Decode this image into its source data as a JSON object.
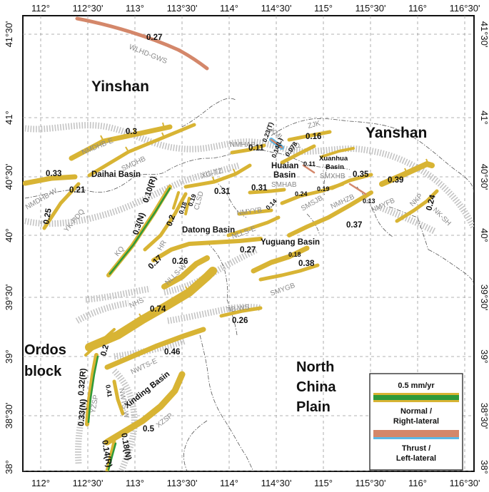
{
  "colors": {
    "fault_fill": "#d8b434",
    "normal_right_lateral": "#2e9a3a",
    "thrust_left_lateral": "#d4876a",
    "thrust_left_lateral_stripe": "#5bb8e6",
    "mountain_hatch": "#c4c4c4",
    "province_boundary": "#555555",
    "grid": "#9a9a9a"
  },
  "axes": {
    "top_ticks": [
      "112°",
      "112°30'",
      "113°",
      "113°30'",
      "114°",
      "114°30'",
      "115°",
      "115°30'",
      "116°",
      "116°30'"
    ],
    "bottom_ticks": [
      "112°",
      "112°30'",
      "113°",
      "113°30'",
      "114°",
      "114°30'",
      "115°",
      "115°30'",
      "116°",
      "116°30'"
    ],
    "left_ticks": [
      "41°30'",
      "41°",
      "40°30'",
      "40°",
      "39°30'",
      "39°",
      "38°30'",
      "38°"
    ],
    "right_ticks": [
      "41°30'",
      "41°",
      "40°30'",
      "40°",
      "39°30'",
      "39°",
      "38°30'",
      "38°"
    ]
  },
  "regions": {
    "yinshan": "Yinshan",
    "yanshan": "Yanshan",
    "ordos_1": "Ordos",
    "ordos_2": "block",
    "ncp_1": "North",
    "ncp_2": "China",
    "ncp_3": "Plain"
  },
  "basins": {
    "daihai": "Daihai Basin",
    "datong": "Datong Basin",
    "yuguang": "Yuguang Basin",
    "xinding": "Xinding Basin",
    "huaian_1": "Huaian",
    "huaian_2": "Basin",
    "xuanhua_1": "Xuanhua",
    "xuanhua_2": "Basin"
  },
  "faults": {
    "wlhd_gws": "WLHD-GWS",
    "nmdhb_e": "NMDHB-E",
    "smdhb": "SMDHB",
    "nmdhb_w": "NMDHB-W",
    "ykpdq": "YK-PDQ",
    "kq": "KQ",
    "hr": "HR",
    "clsd": "CLSD",
    "xg_tz": "XG-TZ",
    "nmhab": "NMHAB",
    "xml": "XML",
    "wq": "WQ",
    "zjk": "ZJK",
    "smhab": "SMHAB",
    "smxhb": "SMXHB",
    "nmyyb": "NMYYB",
    "smsjb": "SMSJB",
    "nmhzb": "NMHZB",
    "nmyfb": "NMYFB",
    "nkp": "NKP",
    "nk_sh": "NK-SH",
    "nlls_e": "NLLS-E",
    "nlls_w": "NLLS-W",
    "smygb": "SMYGB",
    "nhs": "NHS",
    "tb_ws": "TB-WS",
    "nwts_e": "NWTS-E",
    "nwts_w": "NWTS-W",
    "yzsp": "YZSP",
    "xzsp": "XZSP"
  },
  "rates": {
    "wlhd": "0.27",
    "nmdhb_e": "0.3",
    "nmdhb_w": "0.33",
    "ykpdq_a": "0.21",
    "ykpdq_b": "0.25",
    "kq": "0.3(N)",
    "kq_r": "0.10(R)",
    "hr_a": "0.2",
    "hr_b": "0.18",
    "hr_c": "0.19",
    "hr_d": "0.17",
    "xgtz": "0.31",
    "datong_s": "0.26",
    "nmhab": "0.11",
    "xml_t": "0.23(T)",
    "xml_l": "0.14(L)",
    "wq": "0.078",
    "zjk": "0.16",
    "smhab": "0.31",
    "smxhb_a": "0.11",
    "smxhb_b": "0.35",
    "smsjb_a": "0.24",
    "smsjb_b": "0.19",
    "nmyyb": "0.14",
    "nmhzb": "0.37",
    "nmyfb_a": "0.39",
    "nmyfb_b": "0.13",
    "nkp": "0.24",
    "nlls": "0.27",
    "yuguang_s": "0.18",
    "smygb": "0.38",
    "nhs": "0.74",
    "tbws": "0.26",
    "nwts_e": "0.46",
    "ordos_w": "0.2",
    "nwts_w": "0.41",
    "yzsp_a": "0.33(N)",
    "yzsp_b": "0.32(R)",
    "xzsp": "0.5",
    "south_n": "0.18(N)",
    "south_r": "0.14(R)"
  },
  "legend": {
    "title": "0.5 mm/yr",
    "normal_1": "Normal /",
    "normal_2": "Right-lateral",
    "thrust_1": "Thrust /",
    "thrust_2": "Left-lateral"
  }
}
